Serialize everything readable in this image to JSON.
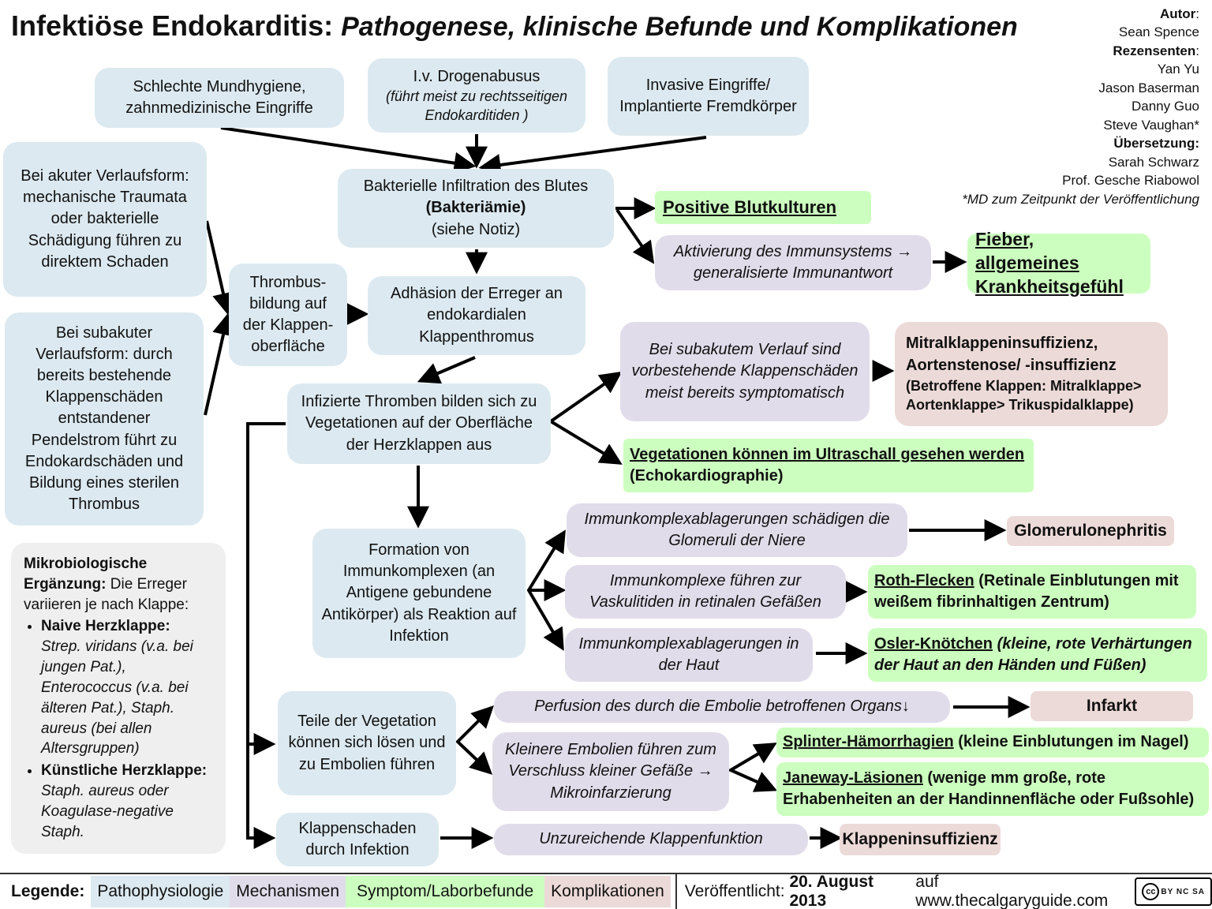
{
  "header": {
    "title_bold": "Infektiöse Endokarditis:",
    "title_italic": "Pathogenese, klinische Befunde und Komplikationen"
  },
  "credits": {
    "author_label": "Autor",
    "author": "Sean Spence",
    "reviewers_label": "Rezensenten",
    "reviewers": [
      "Yan Yu",
      "Jason Baserman",
      "Danny Guo",
      "Steve Vaughan*"
    ],
    "translation_label": "Übersetzung:",
    "translators": [
      "Sarah Schwarz",
      "Prof. Gesche Riabowol"
    ],
    "footnote": "*MD zum Zeitpunkt der Veröffentlichung"
  },
  "nodes": {
    "mundhygiene": "Schlechte Mundhygiene, zahnmedizinische Eingriffe",
    "drogen_main": "I.v. Drogenabusus",
    "drogen_note": "(führt meist zu rechtsseitigen Endokarditiden )",
    "invasiv": "Invasive Eingriffe/ Implantierte Fremdkörper",
    "akut": "Bei akuter Verlaufsform: mechanische Traumata oder bakterielle Schädigung führen zu direktem Schaden",
    "subakut": "Bei subakuter Verlaufsform: durch bereits bestehende Klappenschäden entstandener Pendelstrom führt zu Endokardschäden und Bildung eines sterilen Thrombus",
    "bakteriaemie_1": "Bakterielle Infiltration des Blutes",
    "bakteriaemie_2": "(Bakteriämie)",
    "bakteriaemie_3": "(siehe Notiz)",
    "thrombus": "Thrombus-bildung auf der Klappen-oberfläche",
    "adhaesion": "Adhäsion der Erreger an endokardialen Klappenthromus",
    "vegetationen": "Infizierte Thromben bilden sich zu Vegetationen auf der Oberfläche der Herzklappen aus",
    "immunkomplexe": "Formation von Immunkomplexen (an Antigene gebundene Antikörper) als Reaktion auf Infektion",
    "embolien": "Teile der Vegetation können sich lösen und zu Embolien führen",
    "klappenschaden": "Klappenschaden durch Infektion",
    "blutkulturen": "Positive Blutkulturen",
    "immunsystem": "Aktivierung des Immunsystems → generalisierte Immunantwort",
    "fieber": "Fieber, allgemeines Krankheitsgefühl",
    "subakut_symptom": "Bei subakutem Verlauf sind vorbestehende Klappenschäden meist bereits symptomatisch",
    "mitral_1": "Mitralklappeninsuffizienz, Aortenstenose/ -insuffizienz",
    "mitral_2": "(Betroffene Klappen: Mitralklappe> Aortenklappe> Trikuspidalklappe)",
    "ultraschall_u": "Vegetationen können im Ultraschall gesehen werden",
    "ultraschall_rest": " (Echokardiographie)",
    "niere": "Immunkomplexablagerungen schädigen die Glomeruli der Niere",
    "glomerulo": "Glomerulonephritis",
    "vaskulitis": "Immunkomplexe führen zur Vaskulitiden in retinalen Gefäßen",
    "roth_u": "Roth-Flecken",
    "roth_rest": " (Retinale Einblutungen mit weißem fibrinhaltigen Zentrum)",
    "haut": "Immunkomplexablagerungen in der Haut",
    "osler_u": "Osler-Knötchen",
    "osler_rest": " (kleine, rote Verhärtungen der Haut an den Händen und Füßen)",
    "perfusion": "Perfusion des durch die Embolie betroffenen Organs↓",
    "infarkt": "Infarkt",
    "mikroinfarkt": "Kleinere Embolien führen zum Verschluss kleiner Gefäße → Mikroinfarzierung",
    "splinter_u": "Splinter-Hämorrhagien",
    "splinter_rest": " (kleine Einblutungen im Nagel)",
    "janeway_u": "Janeway-Läsionen",
    "janeway_rest": " (wenige mm große, rote Erhabenheiten an der Handinnenfläche oder Fußsohle)",
    "funktion": "Unzureichende Klappenfunktion",
    "insuffizienz": "Klappeninsuffizienz"
  },
  "micro": {
    "heading": "Mikrobiologische Ergänzung:",
    "intro": " Die Erreger variieren je nach Klappe:",
    "item1_label": "Naive Herzklappe:",
    "item1_text": "Strep. viridans (v.a. bei jungen Pat.), Enterococcus (v.a. bei älteren Pat.), Staph. aureus (bei allen Altersgruppen)",
    "item2_label": "Künstliche Herzklappe:",
    "item2_text": "Staph. aureus oder Koagulase-negative Staph."
  },
  "legend": {
    "label": "Legende:",
    "patho": "Pathophysiologie",
    "mech": "Mechanismen",
    "symp": "Symptom/Laborbefunde",
    "comp": "Komplikationen",
    "published_label": "Veröffentlicht:",
    "published_date": "20. August 2013",
    "published_rest": "auf www.thecalgaryguide.com",
    "license": "BY NC SA"
  },
  "colors": {
    "pathophysiologie": "#dce9f0",
    "mechanismen": "#e1dcea",
    "symptom": "#ccffbf",
    "komplikationen": "#ecdad8"
  }
}
